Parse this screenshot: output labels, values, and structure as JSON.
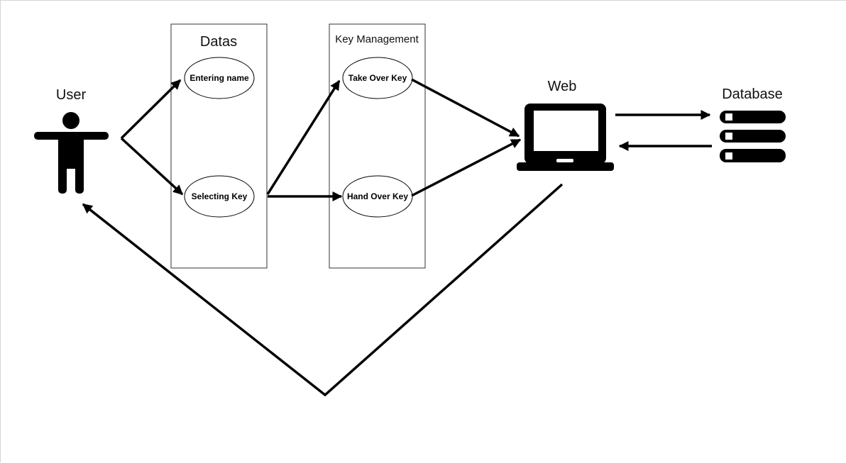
{
  "actors": {
    "user": {
      "label": "User",
      "icon": "person-icon"
    }
  },
  "containers": {
    "datas": {
      "title": "Datas"
    },
    "key_management": {
      "title": "Key Management"
    }
  },
  "nodes": {
    "entering_name": "Entering name",
    "selecting_key": "Selecting Key",
    "take_over_key": "Take Over Key",
    "hand_over_key": "Hand Over Key"
  },
  "systems": {
    "web": {
      "label": "Web",
      "icon": "laptop-icon"
    },
    "database": {
      "label": "Database",
      "icon": "database-icon"
    }
  },
  "colors": {
    "stroke": "#000000",
    "background": "#ffffff"
  }
}
